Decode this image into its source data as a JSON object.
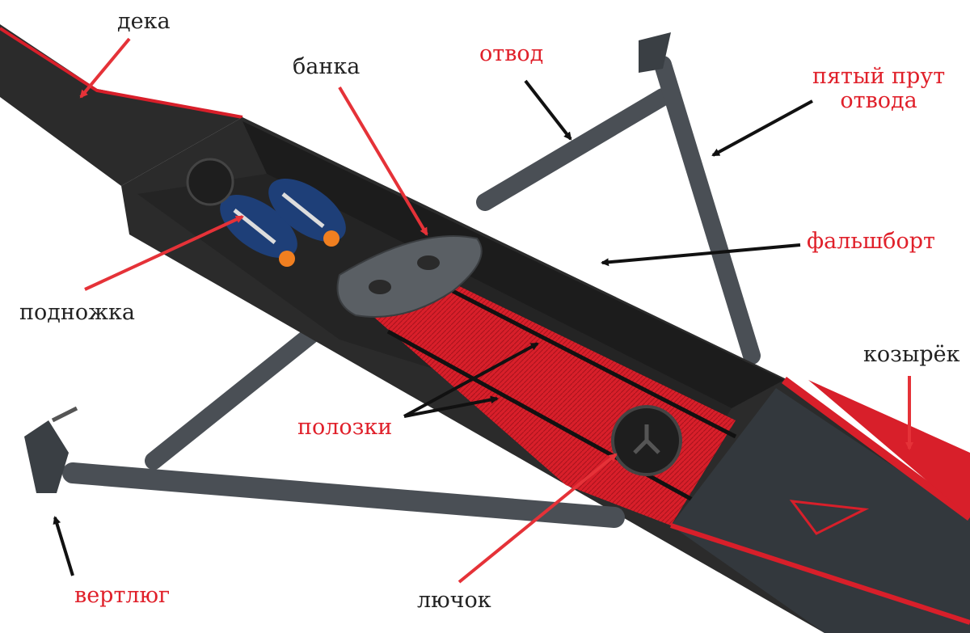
{
  "colors": {
    "hull_red": "#d81f2a",
    "carbon_dark": "#2b2b2b",
    "rigger_grey": "#4a4f55",
    "arrow_red": "#e53238",
    "arrow_black": "#111111",
    "label_red": "#e0202a",
    "label_dark": "#222222"
  },
  "labels": {
    "deka": "дека",
    "banka": "банка",
    "otvod": "отвод",
    "pyaty_prut_line1": "пятый прут",
    "pyaty_prut_line2": "отвода",
    "falshbort": "фальшборт",
    "podnozhka": "подножка",
    "kozyrek": "козырёк",
    "polozki": "полозки",
    "vertlyug": "вертлюг",
    "lyuchok": "лючок"
  }
}
